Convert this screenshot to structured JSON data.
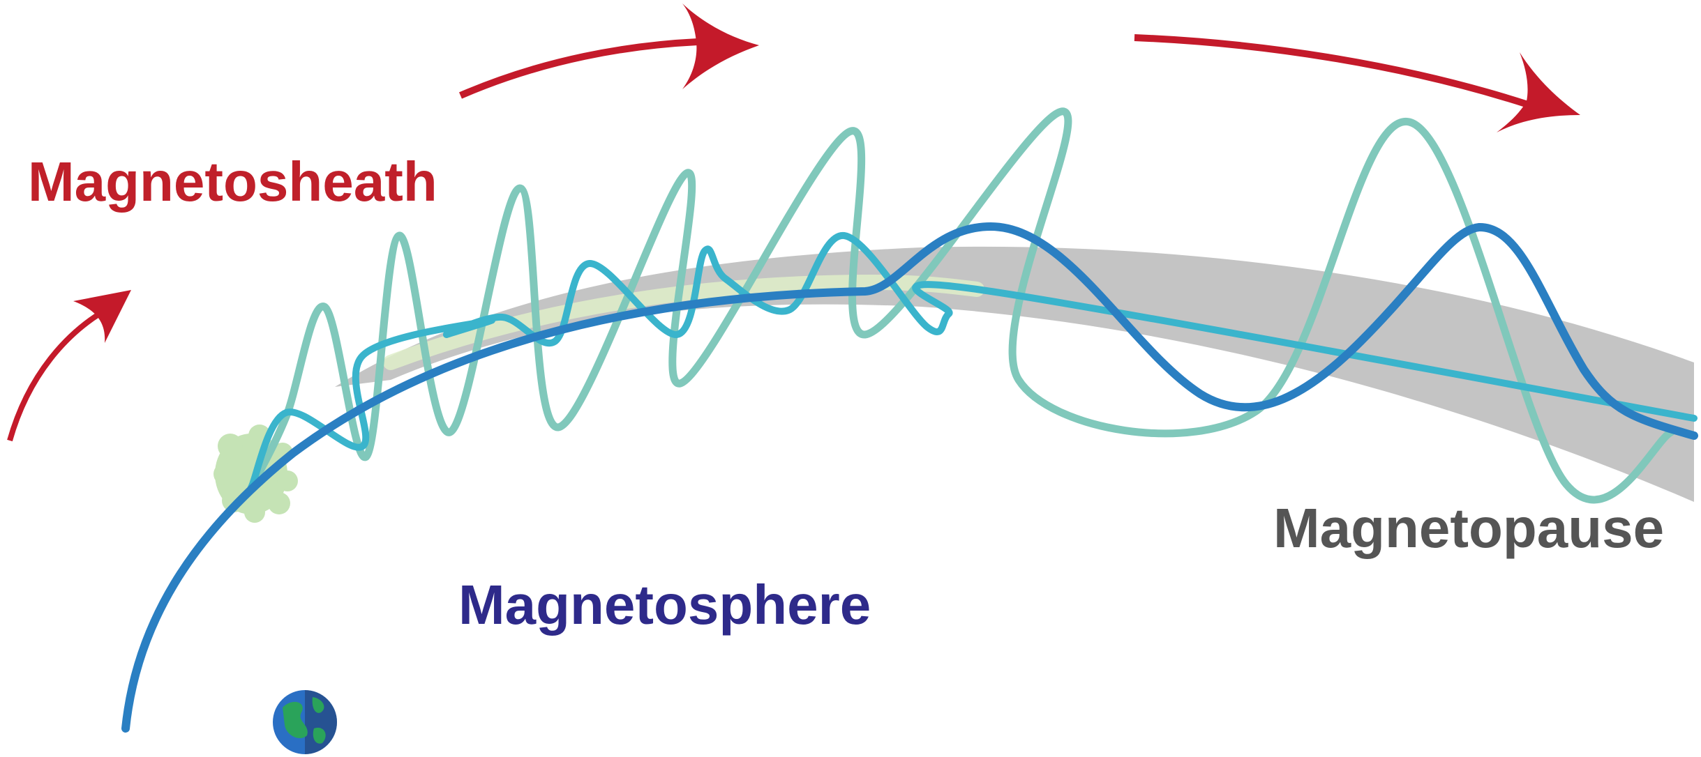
{
  "labels": {
    "magnetosheath": "Magnetosheath",
    "magnetosphere": "Magnetosphere",
    "magnetopause": "Magnetopause"
  },
  "colors": {
    "magnetosheath": "#c0202a",
    "magnetosphere": "#2e2a8a",
    "magnetopause": "#555555",
    "flow_arrow": "#c41a2a",
    "boundary_band": "#c4c4c4",
    "wave_large": "#80c8bb",
    "wave_small": "#3ab4cc",
    "field_line": "#2a7fc2",
    "earth_ocean": "#2a6fc4",
    "earth_land": "#2aa35a",
    "source_glow": "#bfe0ad"
  },
  "icons": {
    "planet": "earth-icon",
    "flow": "flow-arrow-icon",
    "source": "wave-source-blob"
  }
}
